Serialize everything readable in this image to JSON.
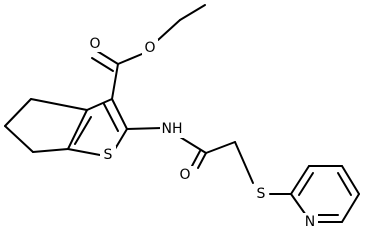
{
  "atoms": {
    "o_ester_double": "O",
    "o_ester_single": "O",
    "nh": "NH",
    "s_thiophene": "S",
    "o_amide": "O",
    "s_thioether": "S",
    "n_pyridine": "N"
  }
}
